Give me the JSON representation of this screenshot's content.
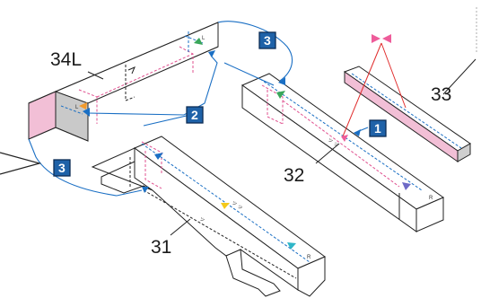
{
  "parts": {
    "part_34l": "34L",
    "part_33": "33",
    "part_32": "32",
    "part_31": "31"
  },
  "steps": {
    "step_1": "1",
    "step_2": "2",
    "step_3_top": "3",
    "step_3_left": "3"
  },
  "fold_marks": {
    "mark_32": "ッ ッ",
    "mark_31": "ッ",
    "tab_r_32": "R",
    "tab_r_31": "R",
    "tab_l_34": "L",
    "tab_l_34b": "L"
  },
  "colors": {
    "step_blue": "#1f62a8",
    "pink_fill": "#f2bfd6",
    "pink_line": "#e0508f",
    "guide_blue": "#1a6fc4",
    "glue_red": "#e02a2a",
    "bowtie_pink": "#ee5c9a",
    "arrow_green": "#3aa65a",
    "arrow_orange": "#f39a2c",
    "arrow_yellow": "#f4c91c",
    "arrow_cyan": "#2fb6c8",
    "arrow_purple": "#6d6ac6"
  },
  "icons": {
    "bowtie": "bowtie-mark-icon",
    "view_direction": "view-chevron-icon"
  }
}
